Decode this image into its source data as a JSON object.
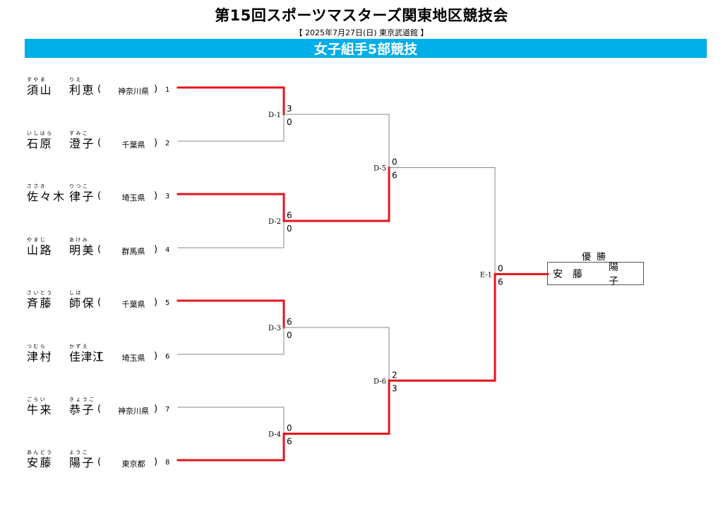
{
  "header": {
    "title": "第15回スポーツマスターズ関東地区競技会",
    "subtitle": "【 2025年7月27日(日)  東京武道館 】",
    "event": "女子組手5部競技",
    "banner_color": "#00aee8"
  },
  "colors": {
    "win_line": "#e3151c",
    "lose_line": "#888888"
  },
  "players": [
    {
      "seed": "1",
      "surname": "須山",
      "given": "利恵",
      "ruby_surname": "すやま",
      "ruby_given": "りえ",
      "paren_open": "(",
      "pref": "神奈川県",
      "paren_close": ")"
    },
    {
      "seed": "2",
      "surname": "石原",
      "given": "澄子",
      "ruby_surname": "いしはら",
      "ruby_given": "すみこ",
      "paren_open": "(",
      "pref": "千葉県",
      "paren_close": ")"
    },
    {
      "seed": "3",
      "surname": "佐々木",
      "given": "律子",
      "ruby_surname": "ささき",
      "ruby_given": "りつこ",
      "paren_open": "(",
      "pref": "埼玉県",
      "paren_close": ")"
    },
    {
      "seed": "4",
      "surname": "山路",
      "given": "明美",
      "ruby_surname": "やまじ",
      "ruby_given": "あけみ",
      "paren_open": "(",
      "pref": "群馬県",
      "paren_close": ")"
    },
    {
      "seed": "5",
      "surname": "斉藤",
      "given": "師保",
      "ruby_surname": "さいとう",
      "ruby_given": "しほ",
      "paren_open": "(",
      "pref": "千葉県",
      "paren_close": ")"
    },
    {
      "seed": "6",
      "surname": "津村",
      "given": "佳津江",
      "ruby_surname": "つむら",
      "ruby_given": "かずえ",
      "paren_open": "(",
      "pref": "埼玉県",
      "paren_close": ")"
    },
    {
      "seed": "7",
      "surname": "牛来",
      "given": "恭子",
      "ruby_surname": "ごらい",
      "ruby_given": "きょうこ",
      "paren_open": "(",
      "pref": "神奈川県",
      "paren_close": ")"
    },
    {
      "seed": "8",
      "surname": "安藤",
      "given": "陽子",
      "ruby_surname": "あんどう",
      "ruby_given": "ようこ",
      "paren_open": "(",
      "pref": "東京都",
      "paren_close": ")"
    }
  ],
  "matches": [
    {
      "id": "D-1",
      "top_score": "3",
      "bottom_score": "0",
      "winner": "top"
    },
    {
      "id": "D-2",
      "top_score": "6",
      "bottom_score": "0",
      "winner": "top"
    },
    {
      "id": "D-3",
      "top_score": "6",
      "bottom_score": "0",
      "winner": "top"
    },
    {
      "id": "D-4",
      "top_score": "0",
      "bottom_score": "6",
      "winner": "bottom"
    },
    {
      "id": "D-5",
      "top_score": "0",
      "bottom_score": "6",
      "winner": "bottom"
    },
    {
      "id": "D-6",
      "top_score": "2",
      "bottom_score": "3",
      "winner": "bottom"
    },
    {
      "id": "E-1",
      "top_score": "0",
      "bottom_score": "6",
      "winner": "bottom"
    }
  ],
  "champion": {
    "title": "優勝",
    "surname": "安藤",
    "given": "陽子"
  }
}
